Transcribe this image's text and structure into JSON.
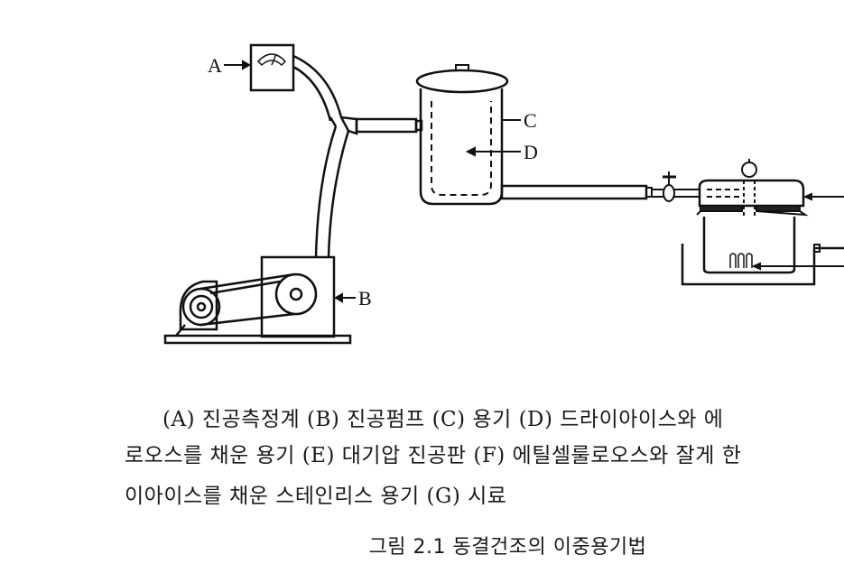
{
  "labels": {
    "a": "A",
    "b": "B",
    "c": "C",
    "d": "D"
  },
  "caption": {
    "line1": "(A) 진공측정계 (B) 진공펌프 (C) 용기 (D) 드라이아이스와 에",
    "line2": "로오스를 채운 용기 (E) 대기압 진공판 (F) 에틸셀룰로오스와 잘게 한",
    "line3": "이아이스를 채운 스테인리스 용기 (G) 시료",
    "title": "그림 2.1 동결건조의 이중용기법"
  }
}
